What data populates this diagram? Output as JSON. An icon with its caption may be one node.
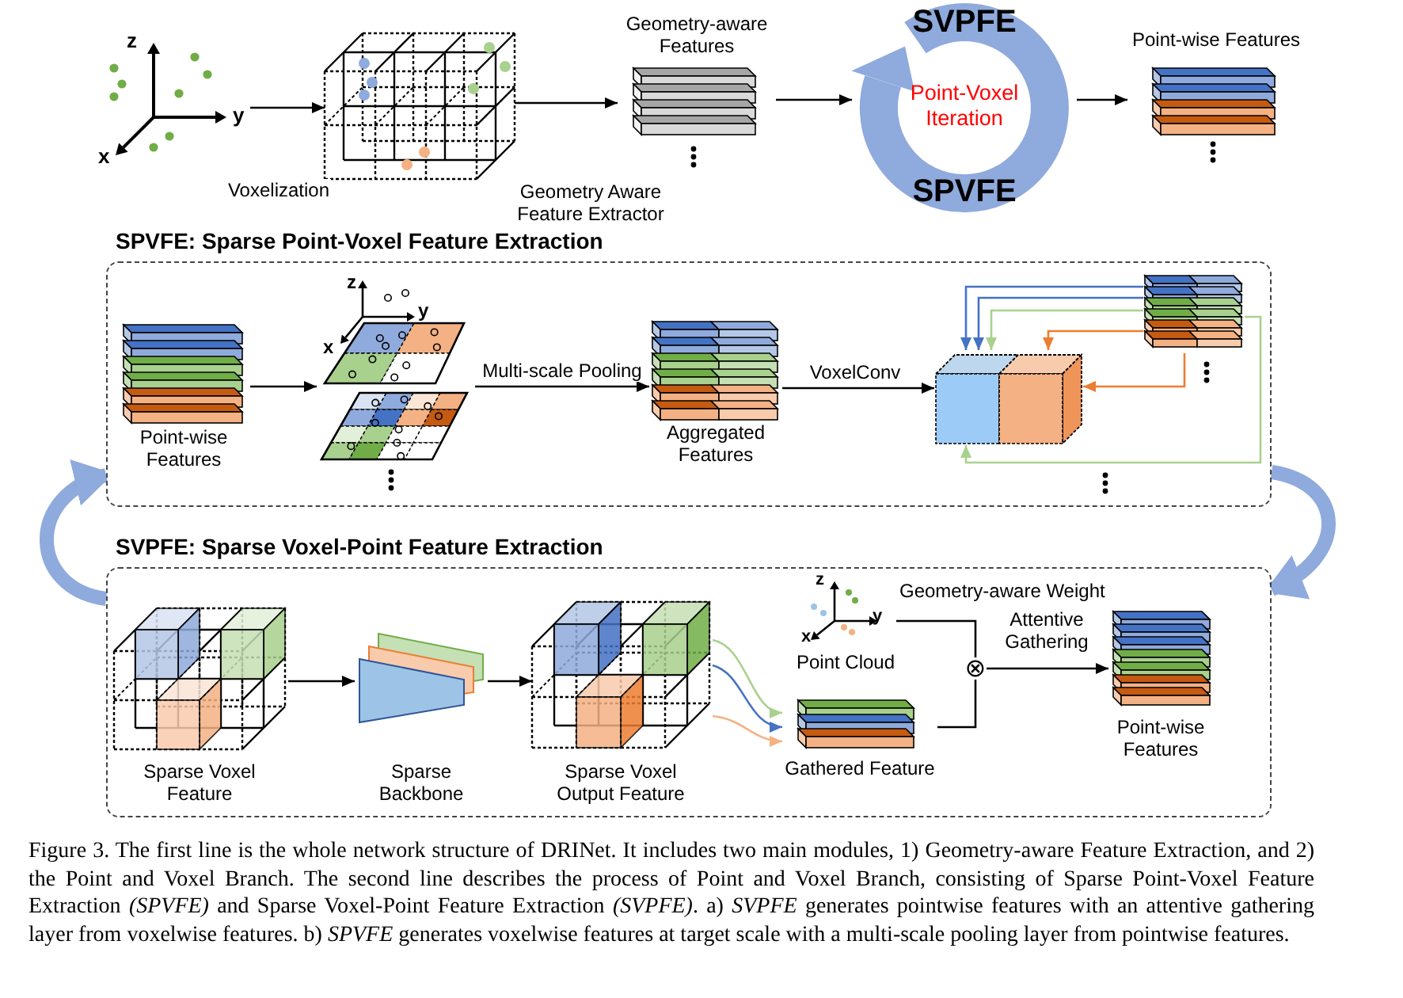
{
  "diagram": {
    "caption": "Figure 3. The first line is the whole network structure of DRINet. It includes two main modules, 1) Geometry-aware Feature Extraction, and 2) the Point and Voxel Branch. The second line describes the process of Point and Voxel Branch, consisting of Sparse Point-Voxel Feature Extraction *(SPVFE)* and Sparse Voxel-Point Feature Extraction *(SVPFE)*. a) *SVPFE* generates pointwise features with an attentive gathering layer from voxelwise features. b) *SPVFE* generates voxelwise features at target scale with a multi-scale pooling layer from pointwise features.",
    "nodes": [
      {
        "text": [],
        "shape": "picture"
      },
      {
        "text": [],
        "shape": "picture"
      },
      {
        "text": [
          "Geometry-aware Features"
        ]
      },
      {
        "text": [
          "SVPFE",
          "Point-Voxel Iteration",
          "SPVFE"
        ]
      },
      {
        "text": [
          "Point-wise Features"
        ]
      },
      {
        "text": [
          "SPVFE: Sparse Point-Voxel Feature Extraction"
        ]
      },
      {
        "text": [
          "Point-wise Features"
        ],
        "in": 5
      },
      {
        "text": [],
        "shape": "picture",
        "in": 5
      },
      {
        "text": [
          "Aggregated Features"
        ],
        "in": 5
      },
      {
        "text": [],
        "shape": "picture",
        "in": 5
      },
      {
        "text": [],
        "shape": "picture",
        "in": 5
      },
      {
        "text": [
          "SVPFE: Sparse Voxel-Point Feature Extraction"
        ]
      },
      {
        "text": [
          "Sparse Voxel Feature"
        ],
        "in": 11
      },
      {
        "text": [
          "Sparse Backbone"
        ],
        "in": 11
      },
      {
        "text": [
          "Sparse Voxel Output Feature"
        ],
        "in": 11
      },
      {
        "text": [
          "Point Cloud"
        ],
        "beside": [
          "Geometry-aware Weight"
        ],
        "in": 11
      },
      {
        "text": [
          "⊗"
        ],
        "in": 11
      },
      {
        "text": [
          "Gathered Feature"
        ],
        "in": 11
      },
      {
        "text": [
          "Point-wise Features"
        ],
        "in": 11
      }
    ],
    "edges": [
      {
        "from": 0,
        "to": 1,
        "arrow": "to",
        "label": "Voxelization"
      },
      {
        "from": 1,
        "to": 2,
        "arrow": "to",
        "label": "Geometry Aware Feature Extractor"
      },
      {
        "from": 2,
        "to": 3,
        "arrow": "to"
      },
      {
        "from": 3,
        "to": 4,
        "arrow": "to"
      },
      {
        "from": 6,
        "to": 7,
        "arrow": "to"
      },
      {
        "from": 7,
        "to": 8,
        "arrow": "to",
        "label": "Multi-scale Pooling"
      },
      {
        "from": 8,
        "to": 9,
        "arrow": "to",
        "label": "VoxelConv"
      },
      {
        "from": 10,
        "to": 9,
        "arrow": "to",
        "color": "#4472c4"
      },
      {
        "from": 10,
        "to": 9,
        "arrow": "to",
        "color": "#4472c4"
      },
      {
        "from": 10,
        "to": 9,
        "arrow": "to",
        "color": "#a9d18e"
      },
      {
        "from": 10,
        "to": 9,
        "arrow": "to",
        "color": "#ed7d31"
      },
      {
        "from": 10,
        "to": 9,
        "arrow": "to",
        "color": "#ed7d31"
      },
      {
        "from": 10,
        "to": 9,
        "arrow": "to",
        "color": "#a9d18e"
      },
      {
        "from": 5,
        "to": 11,
        "arrow": "to",
        "style": "thick",
        "color": "#8faadc"
      },
      {
        "from": 11,
        "to": 5,
        "arrow": "to",
        "style": "thick",
        "color": "#8faadc"
      },
      {
        "from": 12,
        "to": 13,
        "arrow": "to"
      },
      {
        "from": 13,
        "to": 14,
        "arrow": "to"
      },
      {
        "from": 14,
        "to": 17,
        "arrow": "to",
        "color": "#a9d18e"
      },
      {
        "from": 14,
        "to": 17,
        "arrow": "to",
        "color": "#4472c4"
      },
      {
        "from": 14,
        "to": 17,
        "arrow": "to",
        "color": "#f4b183"
      },
      {
        "from": 15,
        "to": 16,
        "arrow": "none"
      },
      {
        "from": 17,
        "to": 16,
        "arrow": "none"
      },
      {
        "from": 16,
        "to": 18,
        "arrow": "to",
        "label": "Attentive Gathering"
      }
    ],
    "labels": [
      "z",
      "y",
      "x",
      "z",
      "y",
      "x",
      "z",
      "y",
      "x"
    ]
  }
}
